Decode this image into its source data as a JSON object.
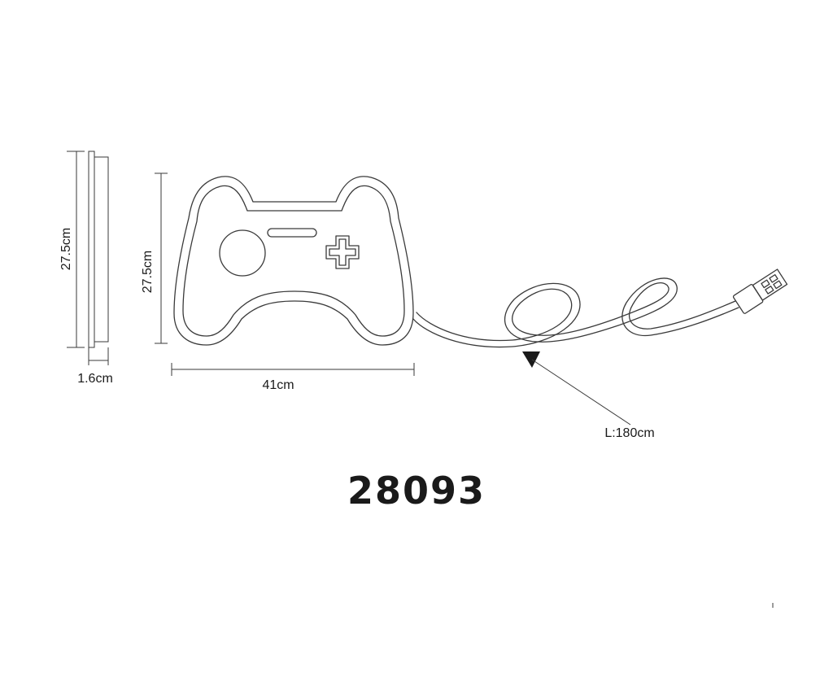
{
  "dimensions": {
    "side_height": "27.5cm",
    "front_height": "27.5cm",
    "thickness": "1.6cm",
    "width": "41cm",
    "cable_length": "L:180cm"
  },
  "product_code": "28093",
  "icons": {
    "product": "game-controller-neon-sign",
    "connector": "usb-plug",
    "pointer": "triangle-arrow"
  },
  "colors": {
    "line": "#3a3a3a",
    "text": "#1a1a1a",
    "background": "#ffffff"
  }
}
